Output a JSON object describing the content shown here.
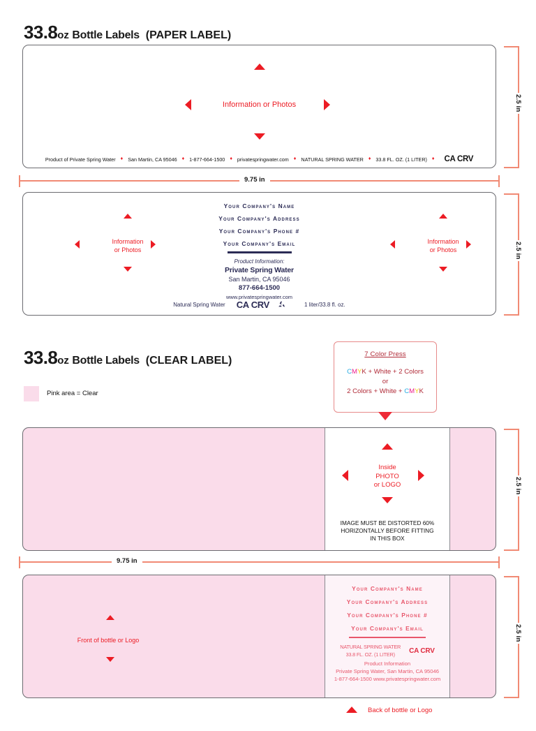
{
  "document": {
    "title": "33.8oz Bottle Labels"
  },
  "sections": [
    {
      "id": "paper",
      "heading": {
        "size": "33.8",
        "unit": "oz",
        "name": "Bottle Labels",
        "variant": "(PAPER LABEL)"
      }
    },
    {
      "id": "clear",
      "heading": {
        "size": "33.8",
        "unit": "oz",
        "name": "Bottle Labels",
        "variant": "(CLEAR LABEL)"
      }
    }
  ],
  "legend": {
    "swatch_color": "#fadcea",
    "text": "Pink area = Clear"
  },
  "dimensions": {
    "height": "2.5 in",
    "width": "9.75 in"
  },
  "paper_front": {
    "placeholder": "Information or Photos",
    "footer": {
      "items": [
        "Product of Private Spring Water",
        "San Martin, CA 95046",
        "1-877-664-1500",
        "privatespringwater.com",
        "NATURAL  SPRING  WATER",
        "33.8 FL. OZ. (1 LITER)"
      ],
      "separator": "♦",
      "crv": "CA CRV"
    }
  },
  "paper_back": {
    "left_placeholder_line1": "Information",
    "left_placeholder_line2": "or Photos",
    "right_placeholder_line1": "Information",
    "right_placeholder_line2": "or Photos",
    "company": [
      "Your Company's Name",
      "Your Company's Address",
      "Your Company's Phone #",
      "Your Company's Email"
    ],
    "product_info": {
      "label": "Product Information:",
      "name": "Private Spring Water",
      "city": "San Martin, CA 95046",
      "phone": "877-664-1500",
      "web": "www.privatespringwater.com"
    },
    "bottom": {
      "left": "Natural Spring Water",
      "crv": "CA CRV",
      "recycle_icon": "recycle-icon",
      "right": "1 liter/33.8 fl. oz."
    }
  },
  "press_box": {
    "title": "7 Color Press",
    "line1": {
      "cmyk": "CMYK",
      "rest": " + White + 2 Colors"
    },
    "or": "or",
    "line2": {
      "pre": "2 Colors +  White + ",
      "cmyk": "CMYK"
    },
    "colors": {
      "c": "#29abe2",
      "m": "#ec1c8c",
      "y": "#f5d010",
      "k": "#b02a37"
    }
  },
  "clear_front": {
    "inside_line1": "Inside",
    "inside_line2": "PHOTO",
    "inside_line3": "or LOGO",
    "note": [
      "IMAGE MUST BE DISTORTED 60%",
      "HORIZONTALLY BEFORE FITTING",
      "IN THIS BOX"
    ]
  },
  "clear_back": {
    "front_placeholder": "Front of bottle or Logo",
    "company": [
      "Your Company's Name",
      "Your Company's Address",
      "Your Company's Phone #",
      "Your Company's Email"
    ],
    "info": {
      "water": "NATURAL SPRING WATER",
      "volume": "33.8 FL. OZ. (1 LITER)",
      "crv": "CA CRV",
      "product_information": "Product Information",
      "address": "Private Spring Water, San Martin, CA 95046",
      "contact": "1-877-664-1500  www.privatespringwater.com"
    },
    "bottom_note": "Back of bottle or Logo"
  },
  "colors": {
    "red": "#ec1c24",
    "navy": "#2b2b55",
    "pink": "#fadcea",
    "pink_text": "#e8566b",
    "guide": "#f18a74",
    "press_border": "#e78a8a"
  }
}
